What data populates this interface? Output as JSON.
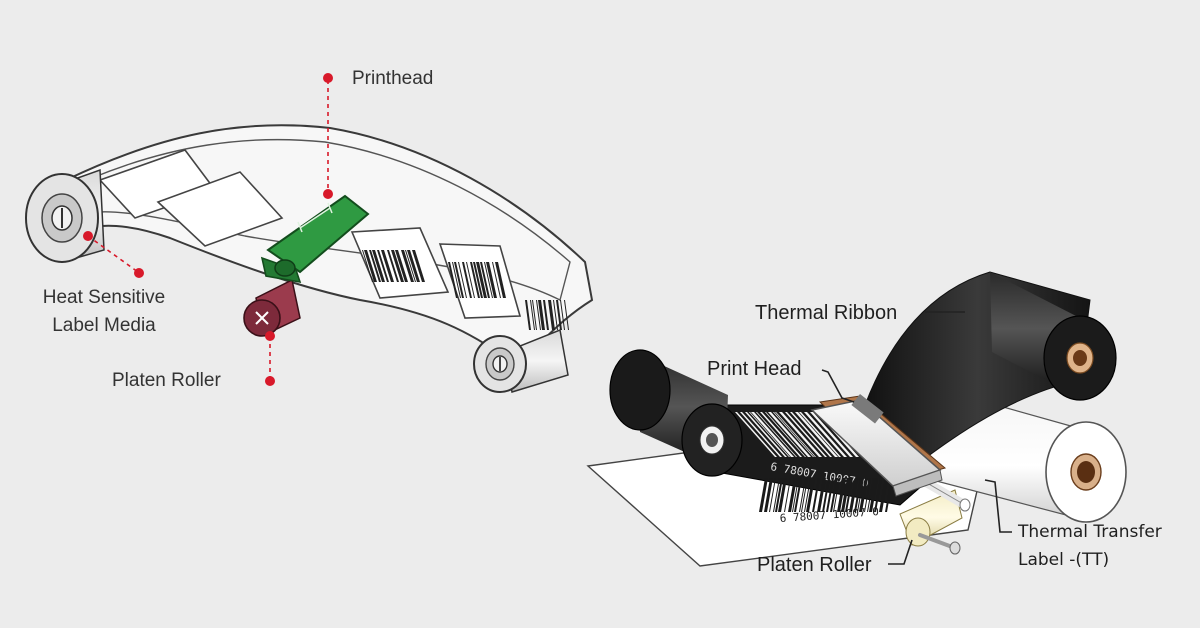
{
  "left_diagram": {
    "labels": {
      "printhead": "Printhead",
      "media_line1": "Heat Sensitive",
      "media_line2": "Label Media",
      "platen": "Platen Roller"
    }
  },
  "right_diagram": {
    "labels": {
      "ribbon": "Thermal Ribbon",
      "print_head": "Print Head",
      "platen": "Platen Roller",
      "tt_line1": "Thermal Transfer",
      "tt_line2": "Label -(TT)"
    },
    "barcode_digits": "6 78007 10007 0"
  },
  "colors": {
    "background": "#ececec",
    "callout_red": "#d8192a",
    "printhead_green": "#2f9a42",
    "platen_maroon": "#7d2a3b",
    "ribbon_black": "#1b1b1b",
    "core_brown": "#a8643a"
  }
}
